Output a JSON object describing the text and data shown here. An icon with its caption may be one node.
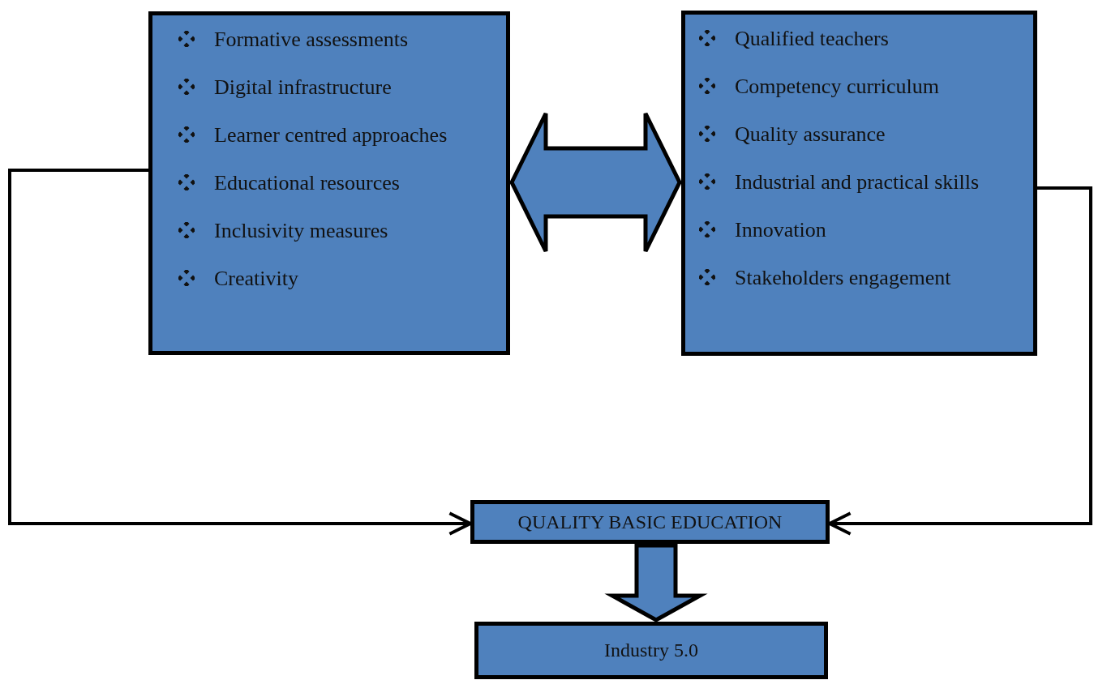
{
  "diagram": {
    "nodes": [
      {
        "text": [
          "Formative assessments",
          "Digital infrastructure",
          "Learner centred approaches",
          "Educational resources",
          "Inclusivity measures",
          "Creativity"
        ]
      },
      {
        "text": [
          "Qualified teachers",
          "Competency curriculum",
          "Quality assurance",
          "Industrial and practical skills",
          "Innovation",
          "Stakeholders engagement"
        ]
      },
      {
        "text": [
          "QUALITY BASIC EDUCATION"
        ]
      },
      {
        "text": [
          "Industry 5.0"
        ]
      }
    ],
    "edges": [
      {
        "from": 0,
        "to": 1,
        "arrow": "both",
        "style": "thick"
      },
      {
        "from": 0,
        "to": 2,
        "arrow": "to"
      },
      {
        "from": 1,
        "to": 2,
        "arrow": "to"
      },
      {
        "from": 2,
        "to": 3,
        "arrow": "to",
        "style": "thick"
      }
    ]
  }
}
